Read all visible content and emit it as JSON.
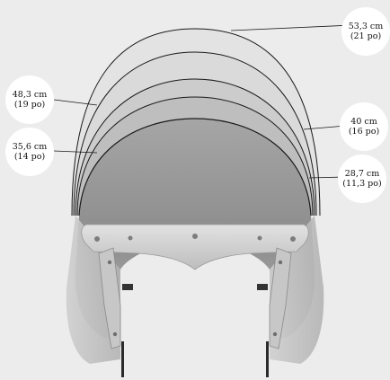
{
  "diagram": {
    "measurements": [
      {
        "id": "m1",
        "cm": "53,3 cm",
        "po": "(21 po)"
      },
      {
        "id": "m2",
        "cm": "48,3 cm",
        "po": "(19 po)"
      },
      {
        "id": "m3",
        "cm": "40 cm",
        "po": "(16 po)"
      },
      {
        "id": "m4",
        "cm": "35,6 cm",
        "po": "(14 po)"
      },
      {
        "id": "m5",
        "cm": "28,7 cm",
        "po": "(11,3 po)"
      }
    ]
  },
  "colors": {
    "background": "#ececec",
    "shield_dark": "#8f8f8f",
    "shield_light": "#d2d2d2",
    "bracket": "#c9c9c9",
    "outline": "#1a1a1a"
  }
}
